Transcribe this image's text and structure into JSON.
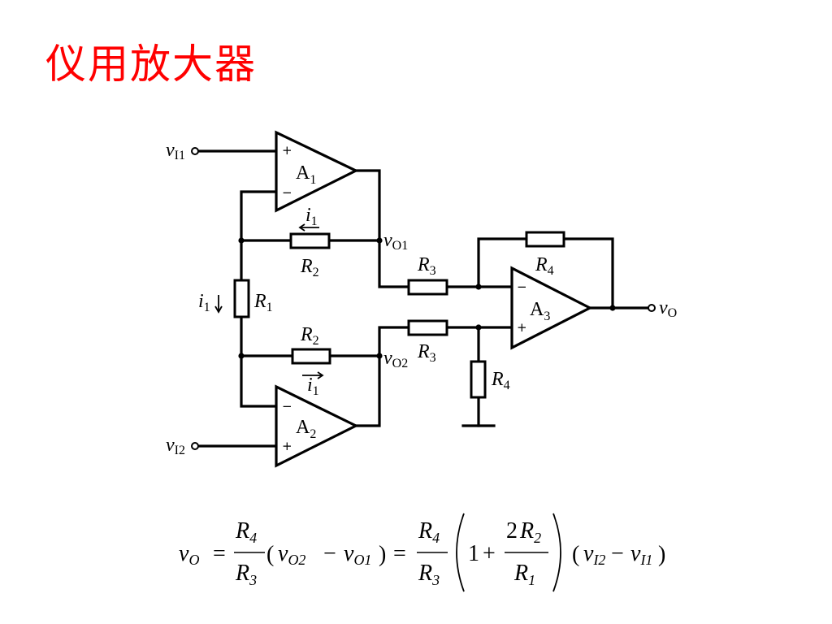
{
  "slide": {
    "title": "仪用放大器"
  },
  "circuit": {
    "opamps": [
      {
        "name": "A",
        "sub": "1",
        "plus": "+",
        "minus": "−"
      },
      {
        "name": "A",
        "sub": "2",
        "plus": "+",
        "minus": "−"
      },
      {
        "name": "A",
        "sub": "3",
        "plus": "+",
        "minus": "−"
      }
    ],
    "nodes": {
      "vI1": {
        "main": "v",
        "sub": "I1"
      },
      "vI2": {
        "main": "v",
        "sub": "I2"
      },
      "vO1": {
        "main": "v",
        "sub": "O1"
      },
      "vO2": {
        "main": "v",
        "sub": "O2"
      },
      "vO": {
        "main": "v",
        "sub": "O"
      }
    },
    "resistors": {
      "R1": {
        "main": "R",
        "sub": "1"
      },
      "R2": {
        "main": "R",
        "sub": "2"
      },
      "R3": {
        "main": "R",
        "sub": "3"
      },
      "R4": {
        "main": "R",
        "sub": "4"
      }
    },
    "current": {
      "main": "i",
      "sub": "1"
    }
  },
  "equation": {
    "lhs": {
      "main": "v",
      "sub": "O"
    },
    "equals": "=",
    "num": {
      "main": "R",
      "sub": "4"
    },
    "den": {
      "main": "R",
      "sub": "3"
    },
    "vO2": {
      "main": "v",
      "sub": "O2"
    },
    "vO1": {
      "main": "v",
      "sub": "O1"
    },
    "minus": "−",
    "one": "1",
    "plus": "+",
    "two": "2",
    "r2": {
      "main": "R",
      "sub": "2"
    },
    "r1": {
      "main": "R",
      "sub": "1"
    },
    "vI2": {
      "main": "v",
      "sub": "I2"
    },
    "vI1": {
      "main": "v",
      "sub": "I1"
    },
    "lparen": "(",
    "rparen": ")"
  }
}
